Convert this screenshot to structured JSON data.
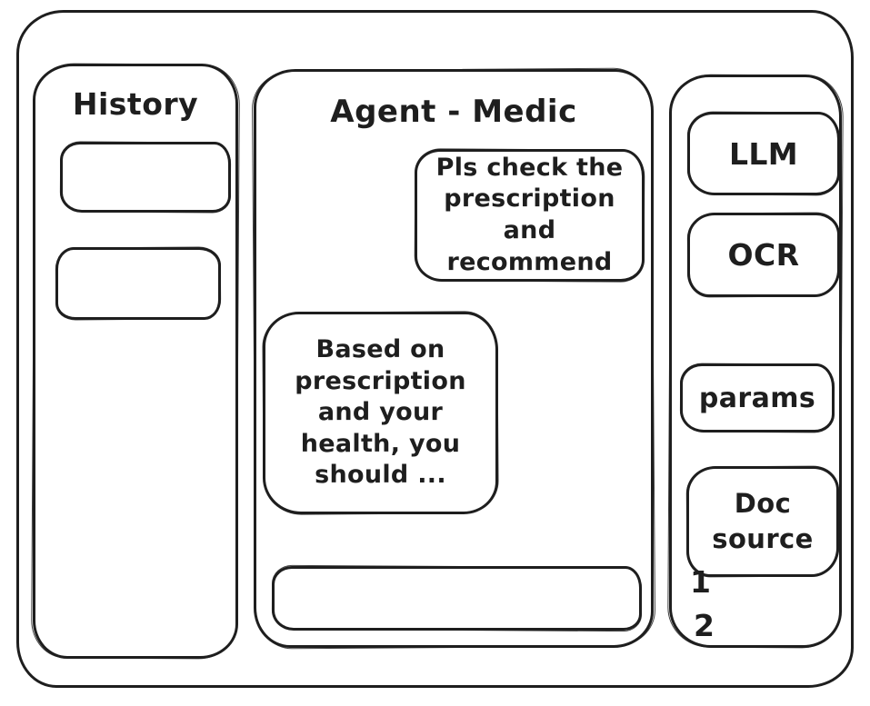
{
  "history": {
    "title": "History",
    "items": [
      {
        "label": ""
      },
      {
        "label": ""
      }
    ]
  },
  "chat": {
    "title": "Agent - Medic",
    "messages": [
      {
        "role": "user",
        "text": "Pls check the\nprescription\nand recommend"
      },
      {
        "role": "assistant",
        "text": "Based on\nprescription\nand your\nhealth, you\nshould ..."
      }
    ],
    "input": {
      "value": ""
    }
  },
  "tools": {
    "buttons": [
      {
        "label": "LLM"
      },
      {
        "label": "OCR"
      },
      {
        "label": "params"
      },
      {
        "label": "Doc\nsource"
      }
    ],
    "doc_source_items": [
      "1",
      "2"
    ]
  },
  "colors": {
    "stroke": "#1e1e1e",
    "background": "#ffffff"
  }
}
